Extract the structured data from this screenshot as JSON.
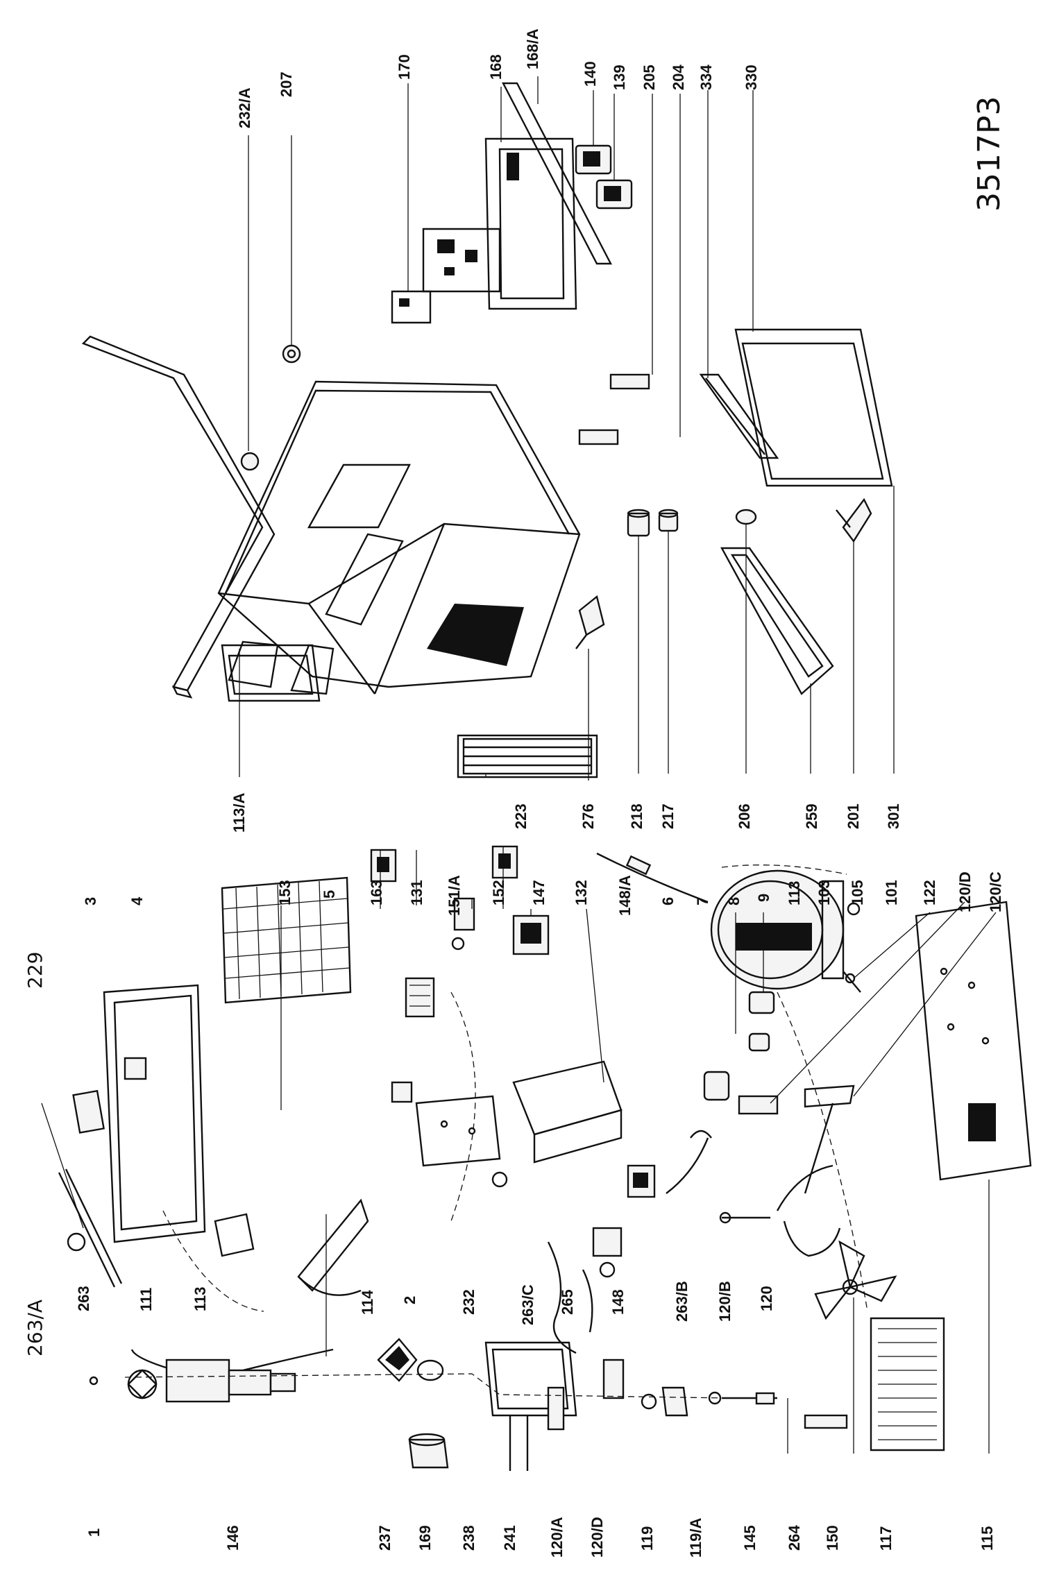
{
  "drawing": {
    "code": "3517P3"
  },
  "labels": {
    "l_1": "1",
    "l_146": "146",
    "l_237": "237",
    "l_169": "169",
    "l_238": "238",
    "l_241": "241",
    "l_120A": "120/A",
    "l_120D_a": "120/D",
    "l_119": "119",
    "l_119A": "119/A",
    "l_145": "145",
    "l_264": "264",
    "l_150": "150",
    "l_117": "117",
    "l_115": "115",
    "l_263": "263",
    "l_111": "111",
    "l_113_a": "113",
    "l_114": "114",
    "l_2": "2",
    "l_232": "232",
    "l_263C": "263/C",
    "l_265": "265",
    "l_148": "148",
    "l_263B": "263/B",
    "l_120B": "120/B",
    "l_120": "120",
    "l_263A": "263/A",
    "l_229": "229",
    "l_3": "3",
    "l_4": "4",
    "l_153": "153",
    "l_5": "5",
    "l_163": "163",
    "l_131": "131",
    "l_151A": "151/A",
    "l_152": "152",
    "l_147": "147",
    "l_132": "132",
    "l_148A": "148/A",
    "l_6": "6",
    "l_7": "7",
    "l_8": "8",
    "l_9": "9",
    "l_113_b": "113",
    "l_103": "103",
    "l_105": "105",
    "l_101": "101",
    "l_122": "122",
    "l_120D_b": "120/D",
    "l_120C": "120/C",
    "l_232A": "232/A",
    "l_207": "207",
    "l_170": "170",
    "l_168": "168",
    "l_168A": "168/A",
    "l_140": "140",
    "l_139": "139",
    "l_205": "205",
    "l_204": "204",
    "l_334": "334",
    "l_330": "330",
    "l_113A": "113/A",
    "l_223": "223",
    "l_276": "276",
    "l_218": "218",
    "l_217": "217",
    "l_206": "206",
    "l_259": "259",
    "l_201": "201",
    "l_301": "301"
  }
}
